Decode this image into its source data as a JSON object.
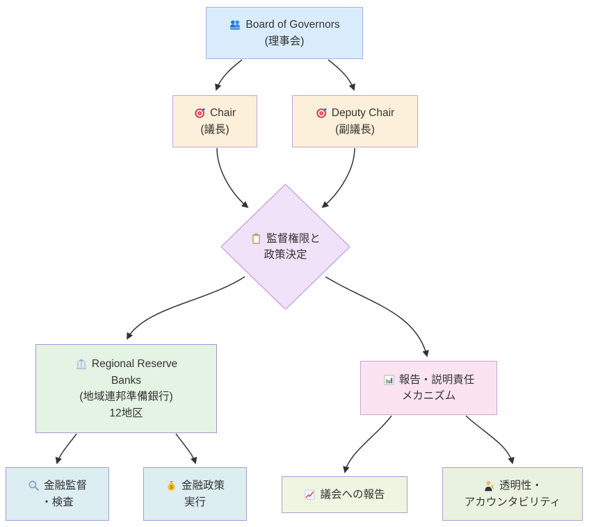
{
  "diagram": {
    "type": "flowchart",
    "edge_color": "#333333",
    "text_color": "#333333",
    "nodes": {
      "board": {
        "icon": "busts-icon",
        "lines": [
          "Board of Governors",
          "(理事会)"
        ],
        "fill": "#d9ecfc",
        "stroke": "#9fb4e3"
      },
      "chair": {
        "icon": "target-icon",
        "lines": [
          "Chair",
          "(議長)"
        ],
        "fill": "#fdf0da",
        "stroke": "#bba7dd"
      },
      "deputy_chair": {
        "icon": "target-icon",
        "lines": [
          "Deputy Chair",
          "(副議長)"
        ],
        "fill": "#fdf0da",
        "stroke": "#bba7dd"
      },
      "decision": {
        "icon": "clipboard-icon",
        "lines": [
          "監督権限と",
          "政策決定"
        ],
        "fill": "#f0e2f8",
        "stroke": "#c6aae0"
      },
      "reserve_banks": {
        "icon": "bank-icon",
        "lines": [
          "Regional Reserve",
          "Banks",
          "(地域連邦準備銀行)",
          "12地区"
        ],
        "fill": "#e4f3e3",
        "stroke": "#a795ce"
      },
      "accountability": {
        "icon": "bar-chart-icon",
        "lines": [
          "報告・説明責任",
          "メカニズム"
        ],
        "fill": "#fbe3f1",
        "stroke": "#c9a3d7"
      },
      "supervision": {
        "icon": "magnifier-icon",
        "lines": [
          "金融監督",
          "・検査"
        ],
        "fill": "#ddeef2",
        "stroke": "#a29dd9"
      },
      "policy": {
        "icon": "money-bag-icon",
        "lines": [
          "金融政策",
          "実行"
        ],
        "fill": "#ddeef2",
        "stroke": "#a29dd9"
      },
      "congress_report": {
        "icon": "chart-increasing-icon",
        "lines": [
          "議会への報告"
        ],
        "fill": "#f0f5e1",
        "stroke": "#ac9fd3"
      },
      "transparency": {
        "icon": "judge-icon",
        "lines": [
          "透明性・",
          "アカウンタビリティ"
        ],
        "fill": "#e9f2df",
        "stroke": "#ac9fd3"
      }
    },
    "edges": [
      {
        "from": "board",
        "to": "chair"
      },
      {
        "from": "board",
        "to": "deputy_chair"
      },
      {
        "from": "chair",
        "to": "decision"
      },
      {
        "from": "deputy_chair",
        "to": "decision"
      },
      {
        "from": "decision",
        "to": "reserve_banks"
      },
      {
        "from": "decision",
        "to": "accountability"
      },
      {
        "from": "reserve_banks",
        "to": "supervision"
      },
      {
        "from": "reserve_banks",
        "to": "policy"
      },
      {
        "from": "accountability",
        "to": "congress_report"
      },
      {
        "from": "accountability",
        "to": "transparency"
      }
    ]
  }
}
